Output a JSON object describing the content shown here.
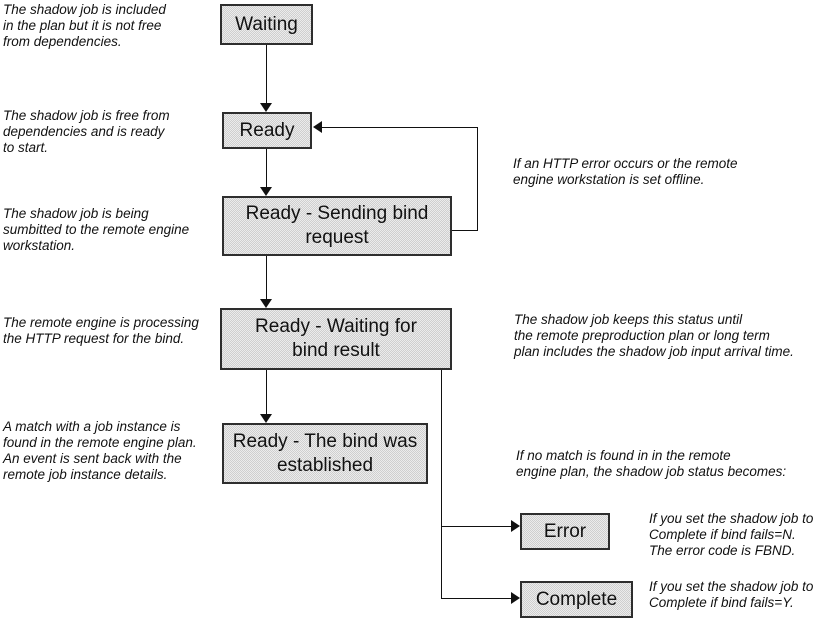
{
  "colors": {
    "box_fill": "#dcdcdc",
    "box_border": "#2e2e2e",
    "connector": "#111111",
    "text": "#111111",
    "background": "#ffffff"
  },
  "states": [
    {
      "id": "waiting",
      "lines": [
        "Waiting"
      ]
    },
    {
      "id": "ready",
      "lines": [
        "Ready"
      ]
    },
    {
      "id": "sending-bind-request",
      "lines": [
        "Ready - Sending bind",
        "request"
      ]
    },
    {
      "id": "waiting-for-bind-result",
      "lines": [
        "Ready - Waiting for",
        "bind result"
      ]
    },
    {
      "id": "bind-established",
      "lines": [
        "Ready - The bind was",
        "established"
      ]
    },
    {
      "id": "error",
      "lines": [
        "Error"
      ]
    },
    {
      "id": "complete",
      "lines": [
        "Complete"
      ]
    }
  ],
  "notes": {
    "left": [
      {
        "lines": [
          "The shadow job is included",
          "in the plan but it is not free",
          "from dependencies."
        ]
      },
      {
        "lines": [
          "The shadow job is free from",
          "dependencies and is ready",
          "to start."
        ]
      },
      {
        "lines": [
          "The shadow job is being",
          "sumbitted to the remote engine",
          "workstation."
        ]
      },
      {
        "lines": [
          "The remote engine is processing",
          "the HTTP request for the bind."
        ]
      },
      {
        "lines": [
          "A match with a job instance is",
          "found in the remote engine plan.",
          "An event is sent back with the",
          "remote job instance details."
        ]
      }
    ],
    "right": [
      {
        "lines": [
          "If an HTTP error occurs or the remote",
          "engine workstation is set offline."
        ]
      },
      {
        "lines": [
          "The shadow job keeps this status until",
          "the remote preproduction plan or long term",
          "plan includes the shadow job input arrival time."
        ]
      },
      {
        "lines": [
          "If no match is found in in the remote",
          "engine plan, the shadow job status becomes:"
        ]
      },
      {
        "lines": [
          "If you set the shadow job to",
          "Complete if bind fails=N.",
          "The error code is FBND."
        ]
      },
      {
        "lines": [
          "If you set the shadow job to",
          "Complete if bind fails=Y."
        ]
      }
    ]
  }
}
